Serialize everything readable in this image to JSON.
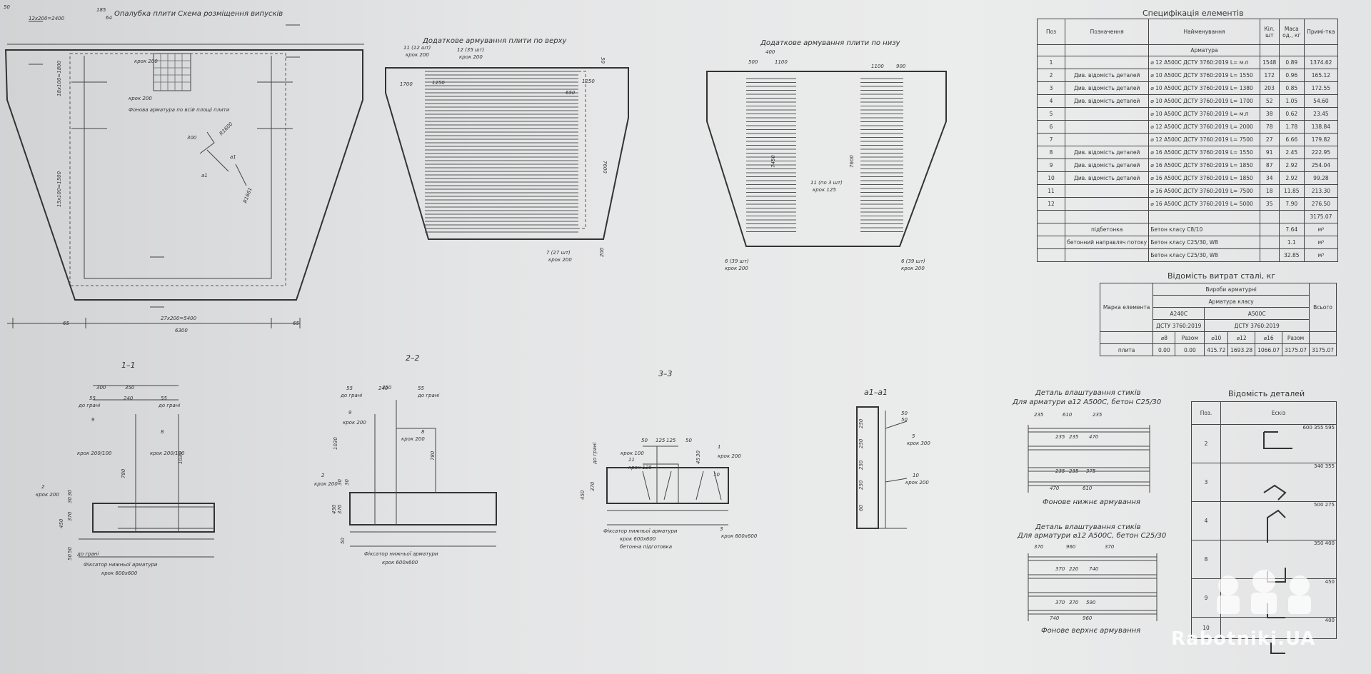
{
  "plan": {
    "title": "Опалубка плити Схема розміщення випусків",
    "dims": [
      "12x200=2400",
      "185",
      "64",
      "50",
      "6300",
      "27x200=5400",
      "65",
      "65",
      "18x100=1800",
      "15x100=1500",
      "300",
      "R1600",
      "R1661",
      "a1",
      "a1"
    ],
    "notes": [
      "Фонова арматура по всій площі плити",
      "крок 200",
      "крок 200"
    ]
  },
  "top_reinf": {
    "title": "Додаткове армування плити по верху",
    "labels": [
      "11 (12 шт)",
      "крок 200",
      "12 (35 шт)",
      "крок 200",
      "1700",
      "1250",
      "1250",
      "650",
      "7600",
      "7 (27 шт)",
      "крок 200",
      "50",
      "200"
    ]
  },
  "bottom_reinf": {
    "title": "Додаткове армування плити по низу",
    "labels": [
      "500",
      "400",
      "1100",
      "1100",
      "900",
      "11 (по 3 шт)",
      "крок 125",
      "7450",
      "7600",
      "6 (39 шт)",
      "крок 200",
      "6 (39 шт)",
      "крок 200"
    ]
  },
  "spec": {
    "title": "Специфікація елементів",
    "headers": [
      "Поз",
      "Позначення",
      "Найменування",
      "Кіл. шт",
      "Маса од., кг",
      "Примі-тка"
    ],
    "section": "Арматура",
    "rows": [
      [
        "1",
        "",
        "⌀ 12 A500C  ДСТУ 3760:2019  L= м.п",
        "1548",
        "0.89",
        "1374.62"
      ],
      [
        "2",
        "Див. відомість деталей",
        "⌀ 10 A500C  ДСТУ 3760:2019  L= 1550",
        "172",
        "0.96",
        "165.12"
      ],
      [
        "3",
        "Див. відомість деталей",
        "⌀ 10 A500C  ДСТУ 3760:2019  L= 1380",
        "203",
        "0.85",
        "172.55"
      ],
      [
        "4",
        "Див. відомість деталей",
        "⌀ 10 A500C  ДСТУ 3760:2019  L= 1700",
        "52",
        "1.05",
        "54.60"
      ],
      [
        "5",
        "",
        "⌀ 10 A500C  ДСТУ 3760:2019  L= м.п",
        "38",
        "0.62",
        "23.45"
      ],
      [
        "6",
        "",
        "⌀ 12 A500C  ДСТУ 3760:2019  L= 2000",
        "78",
        "1.78",
        "138.84"
      ],
      [
        "7",
        "",
        "⌀ 12 A500C  ДСТУ 3760:2019  L= 7500",
        "27",
        "6.66",
        "179.82"
      ],
      [
        "8",
        "Див. відомість деталей",
        "⌀ 16 A500C  ДСТУ 3760:2019  L= 1550",
        "91",
        "2.45",
        "222.95"
      ],
      [
        "9",
        "Див. відомість деталей",
        "⌀ 16 A500C  ДСТУ 3760:2019  L= 1850",
        "87",
        "2.92",
        "254.04"
      ],
      [
        "10",
        "Див. відомість деталей",
        "⌀ 16 A500C  ДСТУ 3760:2019  L= 1850",
        "34",
        "2.92",
        "99.28"
      ],
      [
        "11",
        "",
        "⌀ 16 A500C  ДСТУ 3760:2019  L= 7500",
        "18",
        "11.85",
        "213.30"
      ],
      [
        "12",
        "",
        "⌀ 16 A500C  ДСТУ 3760:2019  L= 5000",
        "35",
        "7.90",
        "276.50"
      ]
    ],
    "total": "3175.07",
    "materials": [
      [
        "підбетонка",
        "Бетон класу C8/10",
        "7.64",
        "м³"
      ],
      [
        "бетонний направляч потоку",
        "Бетон класу C25/30, W8",
        "1.1",
        "м³"
      ],
      [
        "",
        "Бетон класу C25/30, W8",
        "32.85",
        "м³"
      ]
    ]
  },
  "steel": {
    "title": "Відомість витрат сталі, кг",
    "h_mark": "Марка елемента",
    "h_products": "Вироби арматурні",
    "h_class": "Арматура класу",
    "h_total": "Всього",
    "classes": [
      "A240C",
      "A500C"
    ],
    "standards": [
      "ДСТУ 3760:2019",
      "ДСТУ 3760:2019"
    ],
    "cols": [
      "⌀8",
      "Разом",
      "⌀10",
      "⌀12",
      "⌀16",
      "Разом"
    ],
    "row": [
      "плита",
      "0.00",
      "0.00",
      "415.72",
      "1693.28",
      "1066.07",
      "3175.07",
      "3175.07"
    ]
  },
  "sections": {
    "s11": {
      "title": "1–1",
      "labels": [
        "300",
        "350",
        "55",
        "240",
        "55",
        "до грані",
        "до грані",
        "9",
        "8",
        "крок 200/100",
        "крок 200/100",
        "780",
        "1030",
        "2",
        "крок 200",
        "30",
        "30",
        "450",
        "370",
        "50",
        "50",
        "до грані",
        "Фіксатор нижньої арматури",
        "крок 600х600"
      ]
    },
    "s22": {
      "title": "2–2",
      "labels": [
        "350",
        "55",
        "240",
        "55",
        "до грані",
        "до грані",
        "9",
        "крок 200",
        "8",
        "крок 200",
        "1030",
        "780",
        "2",
        "крок 200",
        "30",
        "30",
        "450",
        "370",
        "50",
        "Фіксатор нижньої арматури",
        "крок 600х600"
      ]
    },
    "s33": {
      "title": "3–3",
      "labels": [
        "50",
        "125",
        "125",
        "50",
        "1",
        "крок 100",
        "крок 200",
        "11",
        "крок 125",
        "10",
        "до грані",
        "450",
        "370",
        "30",
        "45",
        "Фіксатор нижньої арматури",
        "крок 600х600",
        "бетонна підготовка",
        "3",
        "крок 600х600"
      ]
    },
    "sa1": {
      "title": "a1–a1",
      "labels": [
        "50",
        "50",
        "250",
        "250",
        "250",
        "250",
        "5",
        "крок 300",
        "10",
        "крок 200",
        "60"
      ]
    }
  },
  "detail_bottom": {
    "title": "Деталь влаштування стиків",
    "subtitle": "Для арматури ⌀12 A500C, бетон C25/30",
    "dims": [
      "235",
      "610",
      "235",
      "235",
      "235",
      "470",
      "235",
      "235",
      "375",
      "470",
      "610"
    ],
    "caption": "Фонове нижнє армування"
  },
  "detail_top": {
    "title": "Деталь влаштування стиків",
    "subtitle": "Для арматури ⌀12 A500C, бетон C25/30",
    "dims": [
      "370",
      "960",
      "370",
      "370",
      "220",
      "740",
      "370",
      "370",
      "590",
      "740",
      "960"
    ],
    "caption": "Фонове верхнє армування"
  },
  "details": {
    "title": "Відомість деталей",
    "headers": [
      "Поз.",
      "Ескіз"
    ],
    "rows": [
      {
        "pos": "2",
        "dims": [
          "600",
          "355",
          "595"
        ]
      },
      {
        "pos": "3",
        "dims": [
          "340",
          "355"
        ]
      },
      {
        "pos": "4",
        "dims": [
          "500",
          "275"
        ]
      },
      {
        "pos": "8",
        "dims": [
          "350",
          "400"
        ]
      },
      {
        "pos": "9",
        "dims": [
          "450"
        ]
      },
      {
        "pos": "10",
        "dims": [
          "400"
        ]
      }
    ]
  },
  "watermark": "Rabotniki.UA"
}
